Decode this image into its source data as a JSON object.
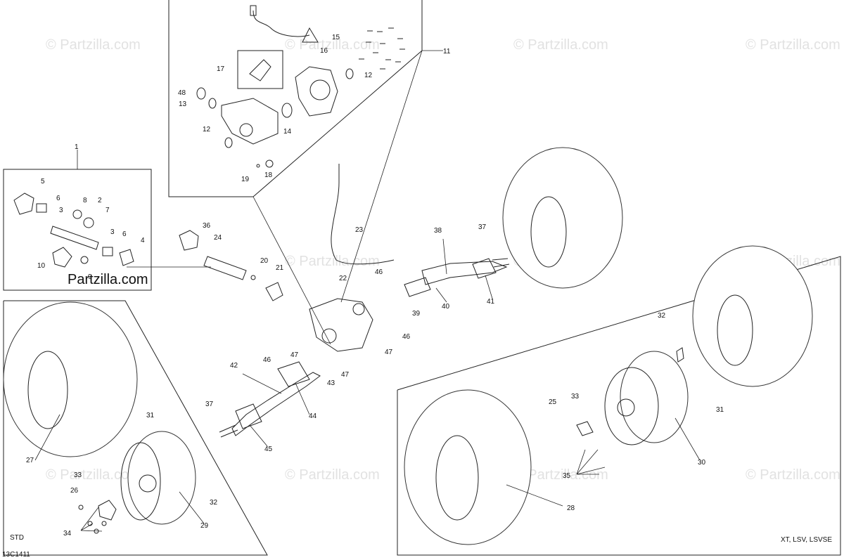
{
  "diagram": {
    "code": "13C1411",
    "variant_left": "STD",
    "variant_right": "XT, LSV, LSVSE",
    "inline_watermark": "Partzilla.com"
  },
  "watermark": {
    "text": "© Partzilla.com"
  },
  "callouts": [
    "1",
    "2",
    "3",
    "3",
    "4",
    "5",
    "6",
    "6",
    "7",
    "8",
    "9",
    "10",
    "11",
    "12",
    "12",
    "13",
    "14",
    "15",
    "16",
    "17",
    "18",
    "19",
    "20",
    "21",
    "22",
    "23",
    "24",
    "25",
    "26",
    "27",
    "28",
    "29",
    "30",
    "31",
    "31",
    "32",
    "32",
    "33",
    "33",
    "34",
    "35",
    "36",
    "37",
    "37",
    "38",
    "39",
    "40",
    "41",
    "42",
    "43",
    "44",
    "45",
    "46",
    "46",
    "46",
    "47",
    "47",
    "47",
    "48"
  ]
}
